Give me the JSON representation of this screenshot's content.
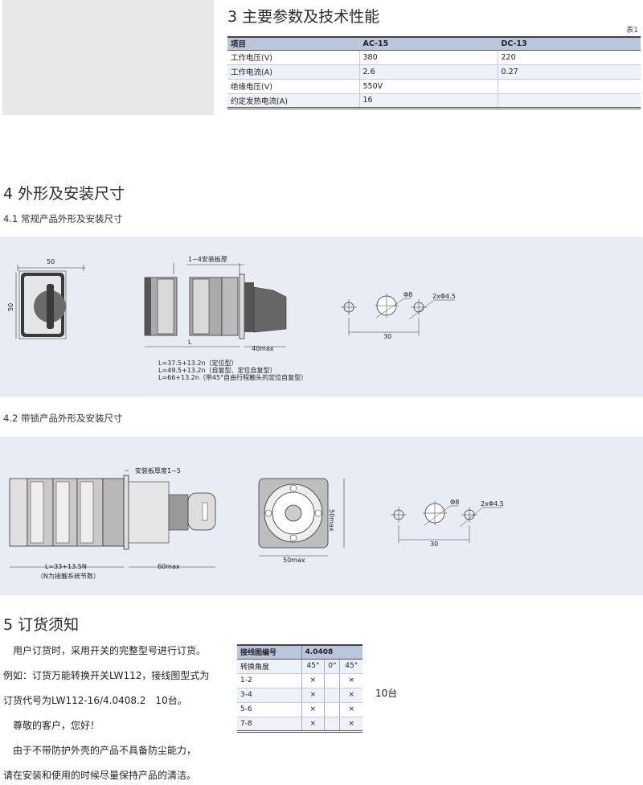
{
  "section3": {
    "title": "3 主要参数及技术性能",
    "table_ref": "表1",
    "headers": [
      "项目",
      "AC-15",
      "DC-13"
    ],
    "rows": [
      [
        "工作电压(V)",
        "380",
        "220"
      ],
      [
        "工作电流(A)",
        "2.6",
        "0.27"
      ],
      [
        "绝缘电压(V)",
        "550V",
        ""
      ],
      [
        "约定发热电流(A)",
        "16",
        ""
      ]
    ]
  },
  "section4": {
    "title": "4 外形及安装尺寸",
    "sub1": "4.1 常规产品外形及安装尺寸",
    "sub2": "4.2 带锁产品外形及安装尺寸",
    "d1": {
      "width": "50",
      "height": "50",
      "panel": "1~4安装板厚",
      "L": "L",
      "depth": "40max",
      "formula1": "L=37.5+13.2n（定位型）",
      "formula2": "L=49.5+13.2n（自复型、定位自复型）",
      "formula3": "L=66+13.2n（带45°自由行程触头的定位自复型）",
      "hole_main": "Φ8",
      "hole_small": "2xΦ4.5",
      "spacing": "30"
    },
    "d2": {
      "panel": "安装板厚度1~5",
      "L": "L=33+13.5N",
      "note": "（N为接触系统节数）",
      "depth": "60max",
      "width": "50max",
      "height": "50max",
      "hole_main": "Φ8",
      "hole_small": "2xΦ4.5",
      "spacing": "30"
    }
  },
  "section5": {
    "title": "5 订货须知",
    "paragraphs": [
      "用户订货时，采用开关的完整型号进行订货。",
      "例如：订货万能转换开关LW112，接线图型式为",
      "订货代号为LW112-16/4.0408.2　10台。",
      "尊敬的客户，您好！",
      "由于不带防护外壳的产品不具备防尘能力，",
      "请在安装和使用的时候尽量保持产品的清洁。"
    ],
    "wiring": {
      "header_label": "接线图编号",
      "header_value": "4.0408",
      "angle_label": "转换角度",
      "angles": [
        "45°",
        "0°",
        "45°"
      ],
      "rows": [
        [
          "1-2",
          "×",
          "",
          "×"
        ],
        [
          "3-4",
          "×",
          "",
          "×"
        ],
        [
          "5-6",
          "×",
          "",
          "×"
        ],
        [
          "7-8",
          "×",
          "",
          "×"
        ]
      ]
    },
    "quantity": "10台"
  }
}
